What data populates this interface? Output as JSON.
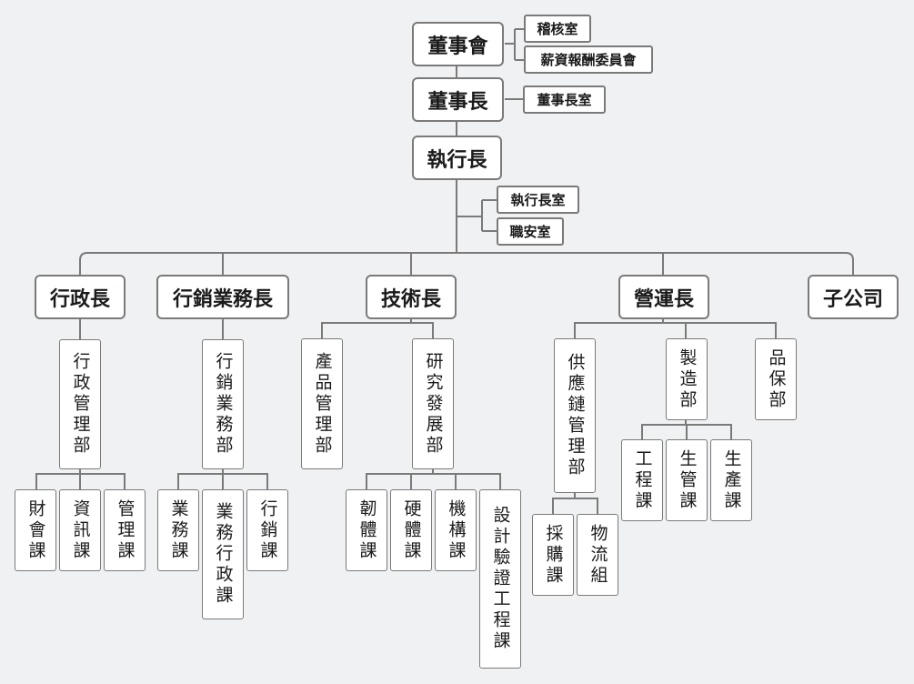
{
  "chairman_board": "董事會",
  "audit_office": "稽核室",
  "comp_committee": "薪資報酬委員會",
  "chairman": "董事長",
  "chairman_office": "董事長室",
  "ceo": "執行長",
  "ceo_office": "執行長室",
  "safety_office": "職安室",
  "admin_head": "行政長",
  "sales_head": "行銷業務長",
  "tech_head": "技術長",
  "ops_head": "營運長",
  "subsidiary": "子公司",
  "admin_dept": "行政管理部",
  "finance": "財會課",
  "info": "資訊課",
  "mgmt": "管理課",
  "sales_dept": "行銷業務部",
  "sales_sec": "業務課",
  "sales_admin": "業務行政課",
  "marketing": "行銷課",
  "product_dept": "產品管理部",
  "rd_dept": "研究發展部",
  "firmware": "韌體課",
  "hardware": "硬體課",
  "mech": "機構課",
  "dv": "設計驗證工程課",
  "scm_dept": "供應鏈管理部",
  "purchase": "採購課",
  "logistics": "物流組",
  "mfg_dept": "製造部",
  "eng": "工程課",
  "prod_mgmt": "生管課",
  "production": "生產課",
  "qa_dept": "品保部"
}
